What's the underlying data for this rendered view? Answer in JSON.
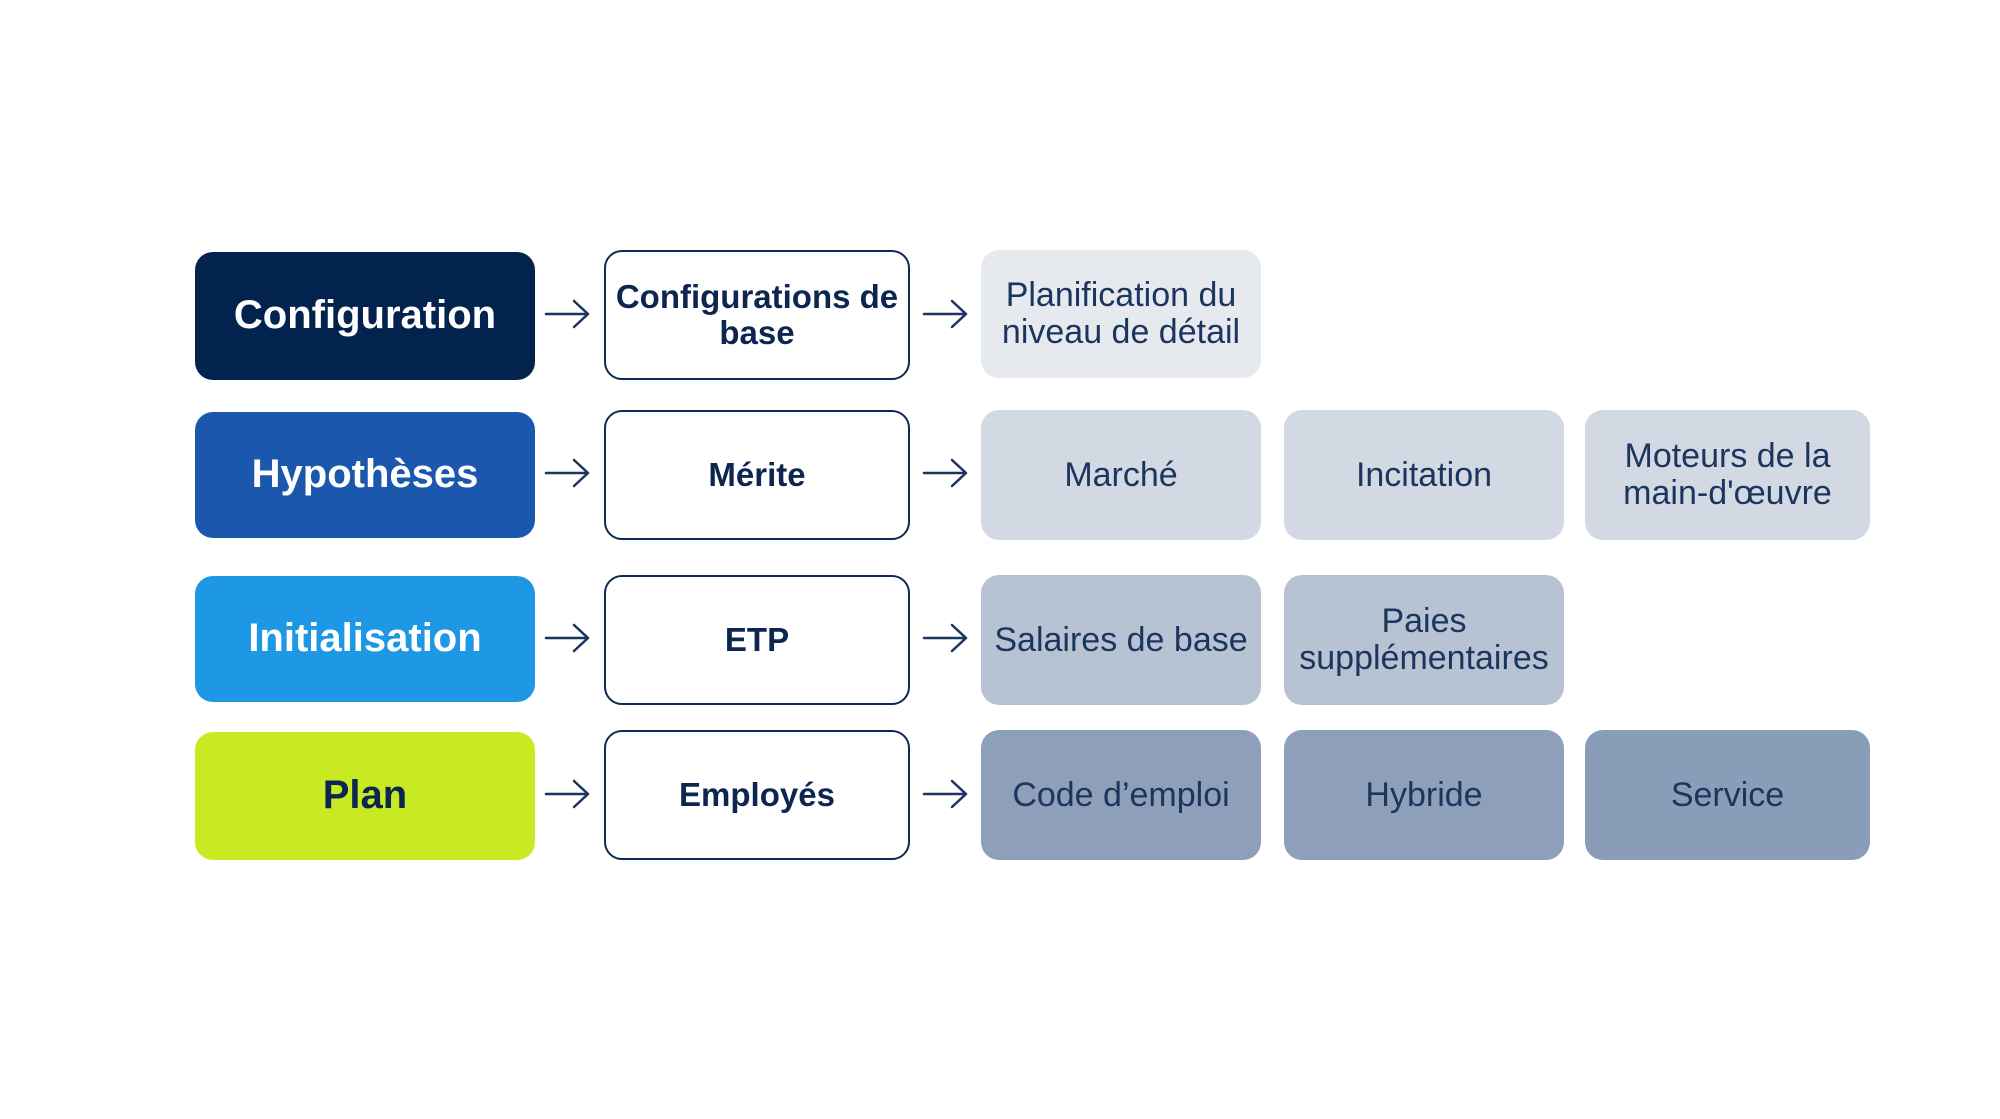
{
  "colors": {
    "stage_configuration": "#03234f",
    "stage_hypotheses": "#1b57ac",
    "stage_initialisation": "#1e97e4",
    "stage_plan": "#c7ea22",
    "step_border": "#0f2a55",
    "detail_row1": "#e6e9ee",
    "detail_row2": "#d2d9e3",
    "detail_row3": "#b7c3d3",
    "detail_row4": "#8e9fba",
    "arrow": "#1c355e"
  },
  "rows": [
    {
      "stage": "Configuration",
      "step": "Configurations de base",
      "details": [
        "Planification du niveau de détail"
      ]
    },
    {
      "stage": "Hypothèses",
      "step": "Mérite",
      "details": [
        "Marché",
        "Incitation",
        "Moteurs de la main-d'œuvre"
      ]
    },
    {
      "stage": "Initialisation",
      "step": "ETP",
      "details": [
        "Salaires de base",
        "Paies supplémentaires"
      ]
    },
    {
      "stage": "Plan",
      "step": "Employés",
      "details": [
        "Code d’emploi",
        "Hybride",
        "Service"
      ]
    }
  ],
  "icons": {
    "arrow": "right-arrow-icon"
  }
}
